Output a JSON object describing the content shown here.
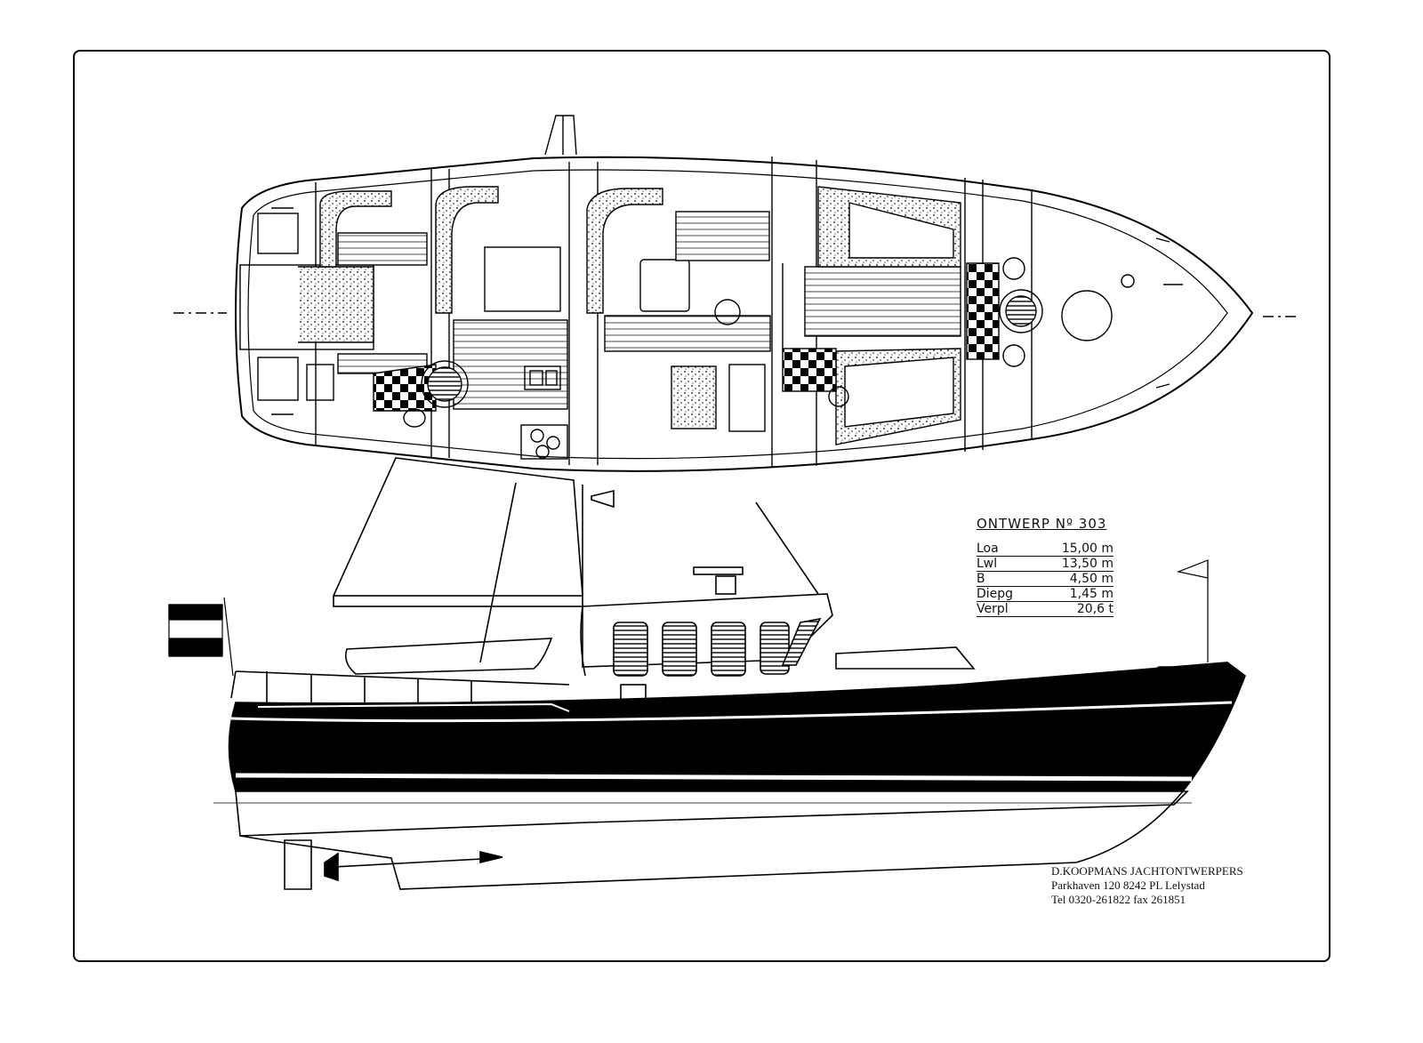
{
  "design": {
    "title": "ONTWERP Nº 303",
    "specs": [
      {
        "label": "Loa",
        "value": "15,00 m"
      },
      {
        "label": "Lwl",
        "value": "13,50 m"
      },
      {
        "label": "B",
        "value": "4,50 m"
      },
      {
        "label": "Diepg",
        "value": "1,45 m"
      },
      {
        "label": "Verpl",
        "value": "20,6 t"
      }
    ]
  },
  "designer": {
    "name": "D.KOOPMANS JACHTONTWERPERS",
    "address": "Parkhaven 120 8242 PL Lelystad",
    "contact": "Tel 0320-261822 fax 261851"
  },
  "colors": {
    "line": "#000000",
    "paper": "#ffffff"
  },
  "icons": [
    "deck-plan-drawing",
    "side-profile-drawing",
    "dutch-flag-icon",
    "pennant-icon",
    "horn-icon"
  ]
}
